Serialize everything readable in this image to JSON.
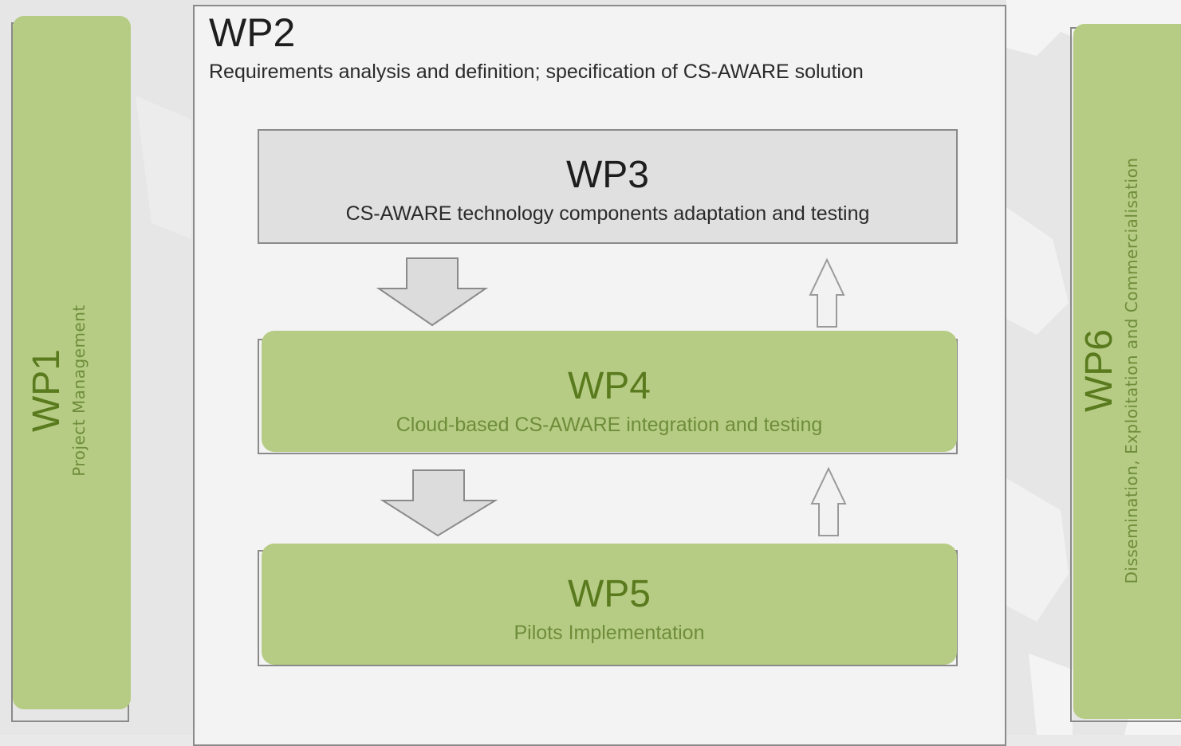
{
  "wp1": {
    "title": "WP1",
    "subtitle": "Project Management"
  },
  "wp2": {
    "title": "WP2",
    "subtitle": "Requirements analysis and definition; specification of CS-AWARE solution"
  },
  "wp3": {
    "title": "WP3",
    "subtitle": "CS-AWARE technology components adaptation and testing"
  },
  "wp4": {
    "title": "WP4",
    "subtitle": "Cloud-based CS-AWARE integration and testing"
  },
  "wp5": {
    "title": "WP5",
    "subtitle": "Pilots Implementation"
  },
  "wp6": {
    "title": "WP6",
    "subtitle": "Dissemination, Exploitation and Commercialisation"
  },
  "colors": {
    "green_card": "#b6cc84",
    "green_title": "#5a7a1e",
    "green_text": "#6e8c3a",
    "grey_box": "#e0e0e0",
    "frame_border": "#8a8a8a",
    "arrow_fill": "#dcdcdc"
  },
  "icons": {
    "down_arrow": "down-arrow-icon",
    "up_arrow": "up-arrow-icon"
  }
}
